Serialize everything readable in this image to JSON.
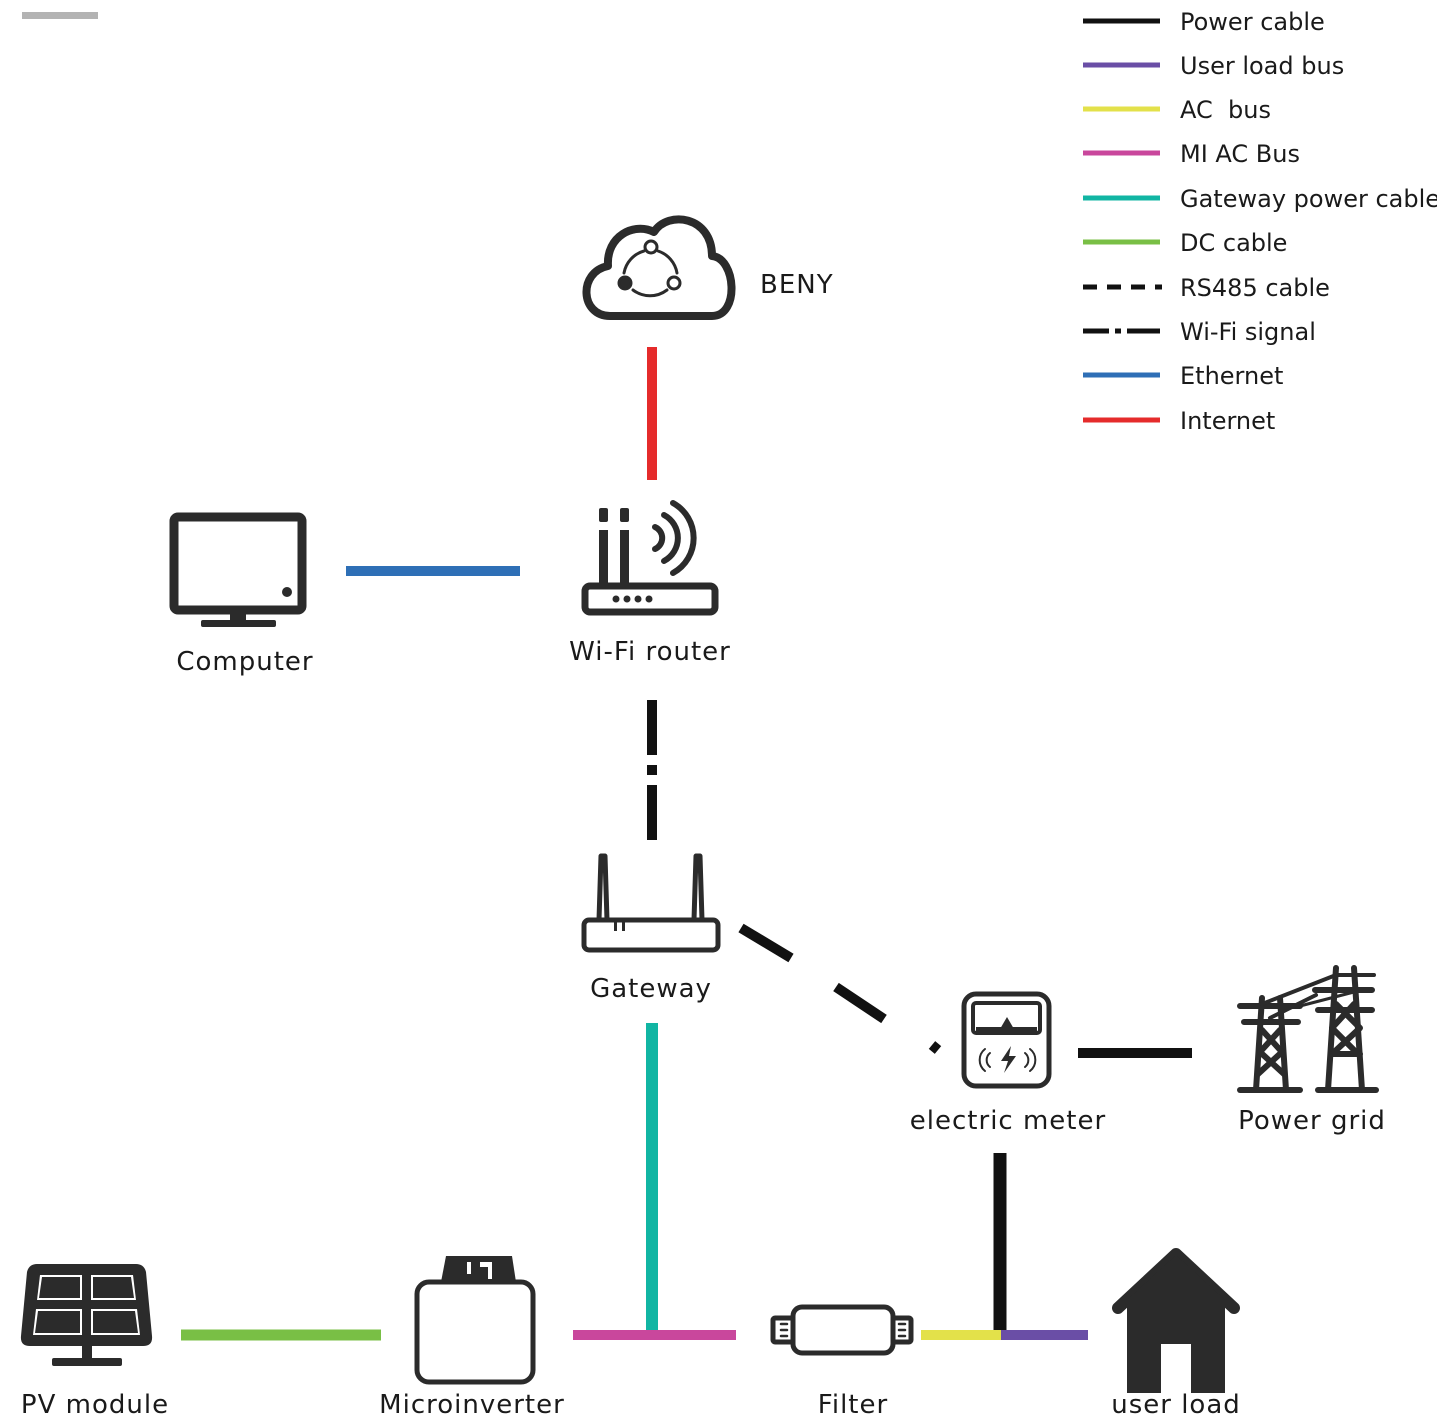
{
  "colors": {
    "power_cable": "#111111",
    "user_load_bus": "#6a4ea6",
    "ac_bus": "#e3e14a",
    "mi_ac_bus": "#c9479c",
    "gateway_power_cable": "#11b5a3",
    "dc_cable": "#79bf45",
    "rs485_cable": "#111111",
    "wifi_signal": "#111111",
    "ethernet": "#2e6fb6",
    "internet": "#e52b2b",
    "icon": "#2b2b2b",
    "top_bar": "#b3b3b3"
  },
  "legend": [
    {
      "label": "Power cable",
      "style": "solid",
      "color": "#111111"
    },
    {
      "label": "User load bus",
      "style": "solid",
      "color": "#6a4ea6"
    },
    {
      "label": "AC  bus",
      "style": "solid",
      "color": "#e3e14a"
    },
    {
      "label": "MI AC Bus",
      "style": "solid",
      "color": "#c9479c"
    },
    {
      "label": "Gateway power cable",
      "style": "solid",
      "color": "#11b5a3"
    },
    {
      "label": "DC cable",
      "style": "solid",
      "color": "#79bf45"
    },
    {
      "label": "RS485 cable",
      "style": "dashed",
      "color": "#111111"
    },
    {
      "label": "Wi-Fi signal",
      "style": "dashdot",
      "color": "#111111"
    },
    {
      "label": "Ethernet",
      "style": "solid",
      "color": "#2e6fb6"
    },
    {
      "label": "Internet",
      "style": "solid",
      "color": "#e52b2b"
    }
  ],
  "nodes": {
    "beny": {
      "label": "BENY",
      "icon": "cloud-icon"
    },
    "computer": {
      "label": "Computer",
      "icon": "monitor-icon"
    },
    "wifi_router": {
      "label": "Wi-Fi router",
      "icon": "router-icon"
    },
    "gateway": {
      "label": "Gateway",
      "icon": "gateway-icon"
    },
    "electric_meter": {
      "label": "electric meter",
      "icon": "meter-icon"
    },
    "power_grid": {
      "label": "Power grid",
      "icon": "pylon-icon"
    },
    "pv_module": {
      "label": "PV module",
      "icon": "solar-panel-icon"
    },
    "microinverter": {
      "label": "Microinverter",
      "icon": "microinverter-icon"
    },
    "filter": {
      "label": "Filter",
      "icon": "filter-icon"
    },
    "user_load": {
      "label": "user load",
      "icon": "house-icon"
    }
  }
}
